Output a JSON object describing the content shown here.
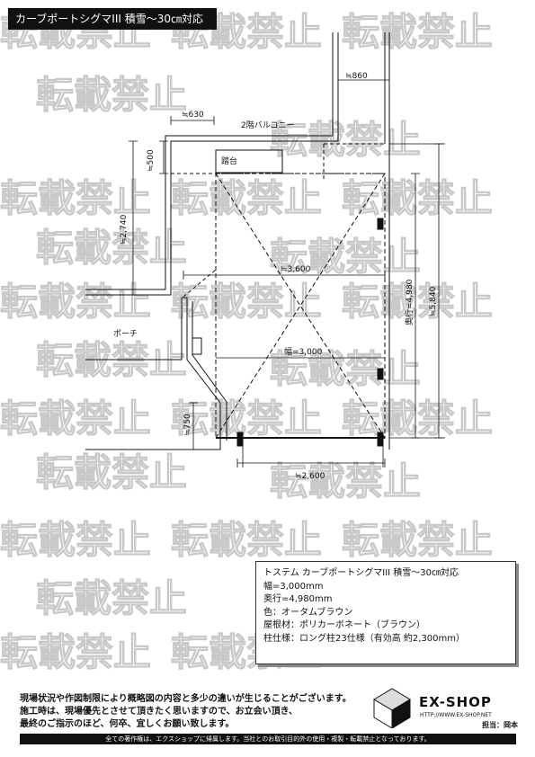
{
  "header": {
    "title": "カーブポートシグマIII 積雪～30㎝対応"
  },
  "watermark": {
    "text": "転載禁止"
  },
  "diagram": {
    "labels": {
      "balcony": "2階バルコニー",
      "step": "踏台",
      "porch": "ポーチ",
      "width_label": "幅=3,000",
      "depth_label": "奥行=4,980"
    },
    "dimensions": {
      "d860": "≒860",
      "d630": "≒630",
      "d500": "≒500",
      "d2740": "≒2,740",
      "d3600": "≒3,600",
      "d5840": "≒5,840",
      "d750": "≒750",
      "d2600": "≒2,600"
    }
  },
  "spec": {
    "lines": [
      "トステム カーブポートシグマIII 積雪～30㎝対応",
      "幅=3,000mm",
      "奥行=4,980mm",
      "色：オータムブラウン",
      "屋根材：ポリカーボネート（ブラウン）",
      "柱仕様：ロング柱23仕様（有効高 約2,300mm）"
    ]
  },
  "notes": {
    "lines": [
      "現場状況や作図制限により概略図の内容と多少の違いが生じることがございます。",
      "施工時は、現場優先とさせて頂きたく思いますので、お立会い頂き、",
      "最終のご指示のほど、何卒、宜しくお願い致します。"
    ]
  },
  "brand": {
    "name": "EX-SHOP",
    "url": "HTTP://WWW.EX-SHOP.NET",
    "staff": "担当：岡本"
  },
  "footer": {
    "text": "全ての著作権は、エクスショップに帰属します。当社とのお取引目的外の使用・複製・転載禁止となっております。"
  }
}
